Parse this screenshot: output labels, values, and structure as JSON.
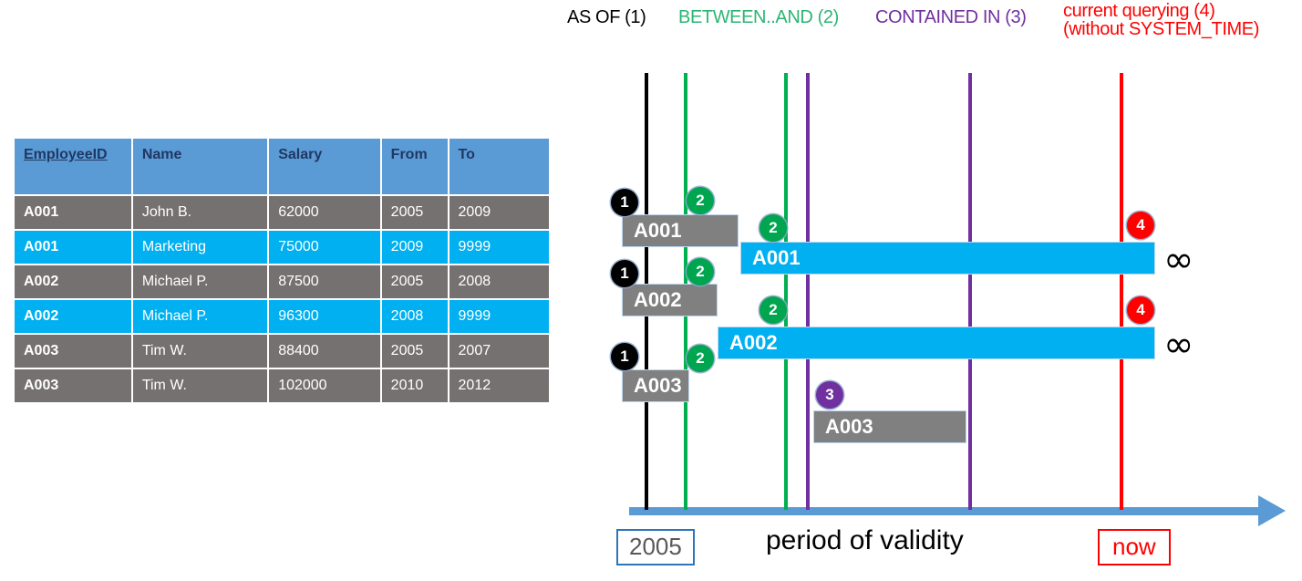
{
  "table": {
    "headers": [
      "EmployeeID",
      "Name",
      "Salary",
      "From",
      "To"
    ],
    "rows": [
      {
        "style": "gray",
        "cells": [
          "A001",
          "John  B.",
          "62000",
          "2005",
          "2009"
        ]
      },
      {
        "style": "cyan",
        "cells": [
          "A001",
          "Marketing",
          "75000",
          "2009",
          "9999"
        ]
      },
      {
        "style": "gray",
        "cells": [
          "A002",
          "Michael P.",
          "87500",
          "2005",
          "2008"
        ]
      },
      {
        "style": "cyan",
        "cells": [
          "A002",
          "Michael P.",
          "96300",
          "2008",
          "9999"
        ]
      },
      {
        "style": "gray",
        "cells": [
          "A003",
          "Tim W.",
          "88400",
          "2005",
          "2007"
        ]
      },
      {
        "style": "gray",
        "cells": [
          "A003",
          "Tim W.",
          "102000",
          "2010",
          "2012"
        ]
      }
    ]
  },
  "legend": {
    "as_of": "AS OF (1)",
    "between_and": "BETWEEN..AND (2)",
    "contained_in": "CONTAINED IN (3)",
    "current_line1": "current querying (4)",
    "current_line2": "(without SYSTEM_TIME)"
  },
  "timeline": {
    "bars": [
      {
        "label": "A001",
        "style": "gray"
      },
      {
        "label": "A001",
        "style": "cyan"
      },
      {
        "label": "A002",
        "style": "gray"
      },
      {
        "label": "A002",
        "style": "cyan"
      },
      {
        "label": "A003",
        "style": "gray"
      },
      {
        "label": "A003",
        "style": "gray"
      }
    ],
    "markers": [
      {
        "num": "1",
        "color": "black"
      },
      {
        "num": "2",
        "color": "green"
      },
      {
        "num": "2",
        "color": "green"
      },
      {
        "num": "4",
        "color": "red"
      },
      {
        "num": "1",
        "color": "black"
      },
      {
        "num": "2",
        "color": "green"
      },
      {
        "num": "2",
        "color": "green"
      },
      {
        "num": "4",
        "color": "red"
      },
      {
        "num": "1",
        "color": "black"
      },
      {
        "num": "2",
        "color": "green"
      },
      {
        "num": "3",
        "color": "purple"
      }
    ],
    "infinity_symbols": [
      "∞",
      "∞"
    ],
    "axis": {
      "start_label": "2005",
      "center_label": "period of validity",
      "end_label": "now"
    }
  },
  "colors": {
    "header_blue": "#5B9BD5",
    "row_gray": "#767171",
    "row_cyan": "#00B0F0",
    "green": "#00B050",
    "purple": "#7030A0",
    "red": "#FF0000",
    "axis_blue": "#5B9BD5"
  }
}
